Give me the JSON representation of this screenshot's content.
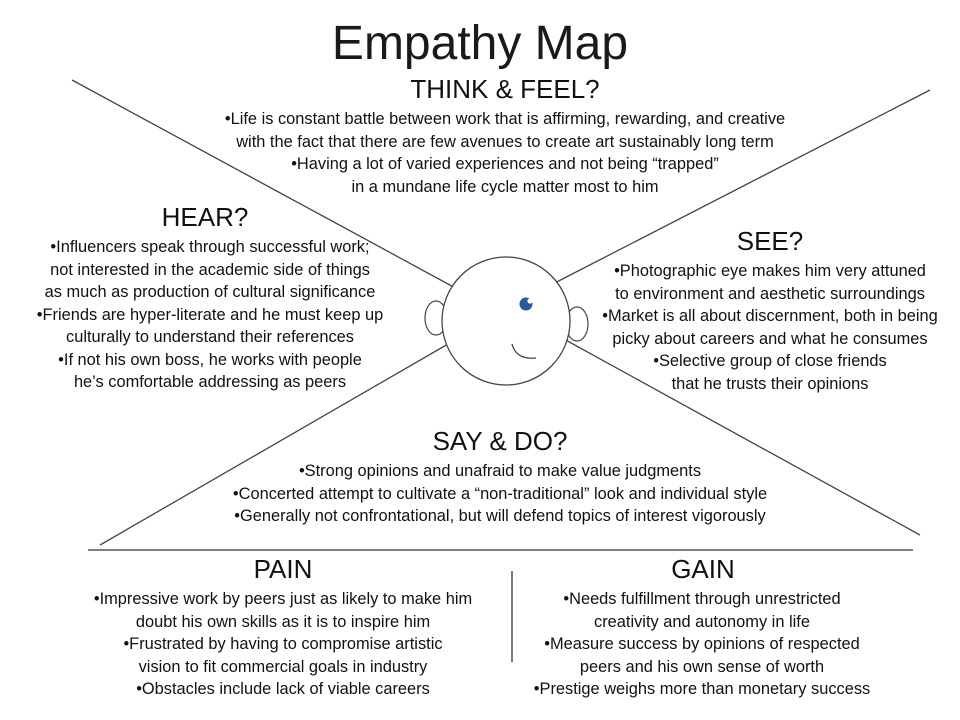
{
  "title": "Empathy Map",
  "sections": {
    "think_feel": {
      "heading": "THINK & FEEL?",
      "lines": [
        "•Life is constant battle between work that is affirming, rewarding, and creative",
        "with the fact that there are few avenues to create art sustainably long term",
        "•Having a lot of varied experiences and not being “trapped”",
        "in a mundane life cycle matter most to him"
      ]
    },
    "hear": {
      "heading": "HEAR?",
      "lines": [
        "•Influencers speak through successful work;",
        "not interested in the academic side of things",
        "as much as production of cultural significance",
        "•Friends are hyper-literate and he must keep up",
        "culturally to understand their references",
        "•If not his own boss, he works with people",
        "he’s comfortable addressing as peers"
      ]
    },
    "see": {
      "heading": "SEE?",
      "lines": [
        "•Photographic eye makes him very attuned",
        "to environment and aesthetic surroundings",
        "•Market is all about discernment, both in being",
        "picky about careers and what he consumes",
        "•Selective group of close friends",
        "that he trusts their opinions"
      ]
    },
    "say_do": {
      "heading": "SAY & DO?",
      "lines": [
        "•Strong opinions and unafraid to make value judgments",
        "•Concerted attempt to cultivate a “non-traditional” look and individual style",
        "•Generally not confrontational, but will defend topics of interest vigorously"
      ]
    },
    "pain": {
      "heading": "PAIN",
      "lines": [
        "•Impressive work by peers just as likely to make him",
        "doubt his own skills as it is to inspire him",
        "•Frustrated by having to compromise artistic",
        "vision to fit commercial goals in industry",
        "•Obstacles include lack of viable careers"
      ]
    },
    "gain": {
      "heading": "GAIN",
      "lines": [
        "•Needs fulfillment through unrestricted",
        "creativity and autonomy in life",
        "•Measure success by opinions of respected",
        "peers and his own sense of worth",
        "•Prestige weighs more than monetary success"
      ]
    }
  },
  "colors": {
    "line": "#444444",
    "text": "#111111",
    "eye": "#2a5a9a"
  }
}
